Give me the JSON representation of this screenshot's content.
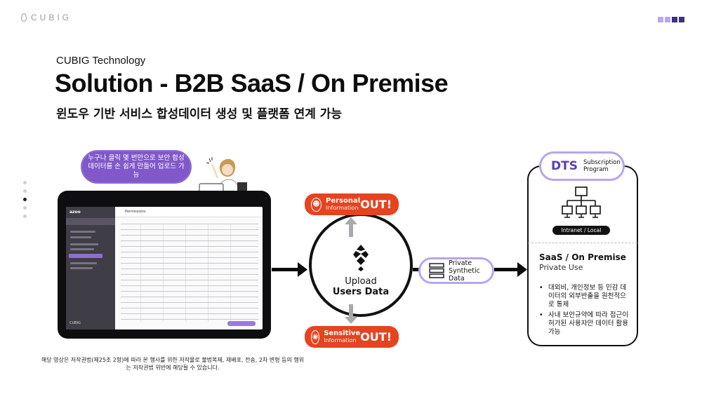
{
  "brand": {
    "logo_text": "CUBIG"
  },
  "header": {
    "eyebrow": "CUBIG Technology",
    "title": "Solution - B2B SaaS / On Premise",
    "subtitle": "윈도우 기반 서비스 합성데이터 생성 및 플랫폼 연계 가능"
  },
  "bubble": {
    "text": "누구나 클릭 몇 번만으로 보안 합성데이터를 손 쉽게 만들어 업로드 가능"
  },
  "app": {
    "name": "azoo",
    "header": "Permissions",
    "footer": "CUBIG"
  },
  "center": {
    "upload_label": "Upload",
    "users_data_label": "Users Data"
  },
  "personal": {
    "line1": "Personal",
    "line2": "Information",
    "out": "OUT!"
  },
  "sensitive": {
    "line1": "Sensitive",
    "line2": "Information",
    "out": "OUT!"
  },
  "private": {
    "text": "Private Synthetic Data"
  },
  "dts": {
    "badge": "DTS",
    "badge_sub": "Subscription Program",
    "network_label": "Intranet / Local",
    "saas_title": "SaaS / On Premise",
    "private_use": "Private Use",
    "bullets": [
      "대외비, 개인정보 등 민감 데이터의 외부반출을 원천적으로 통제",
      "사내 보안규약에 따라 접근이 허가된 사용자만 데이터 활용 가능"
    ]
  },
  "disclaimer": "해당 영상은 저작권법(제25조 2항)에 따라 본 행사를 위한 저작물로 불법복제, 재배포, 전송, 2차 변형 등의 행위는 저작권법 위반에 해당될 수 있습니다.",
  "colors": {
    "accent_purple": "#8058c9",
    "alert_red": "#e4441f",
    "outline_lavender": "#b8a5ea"
  }
}
